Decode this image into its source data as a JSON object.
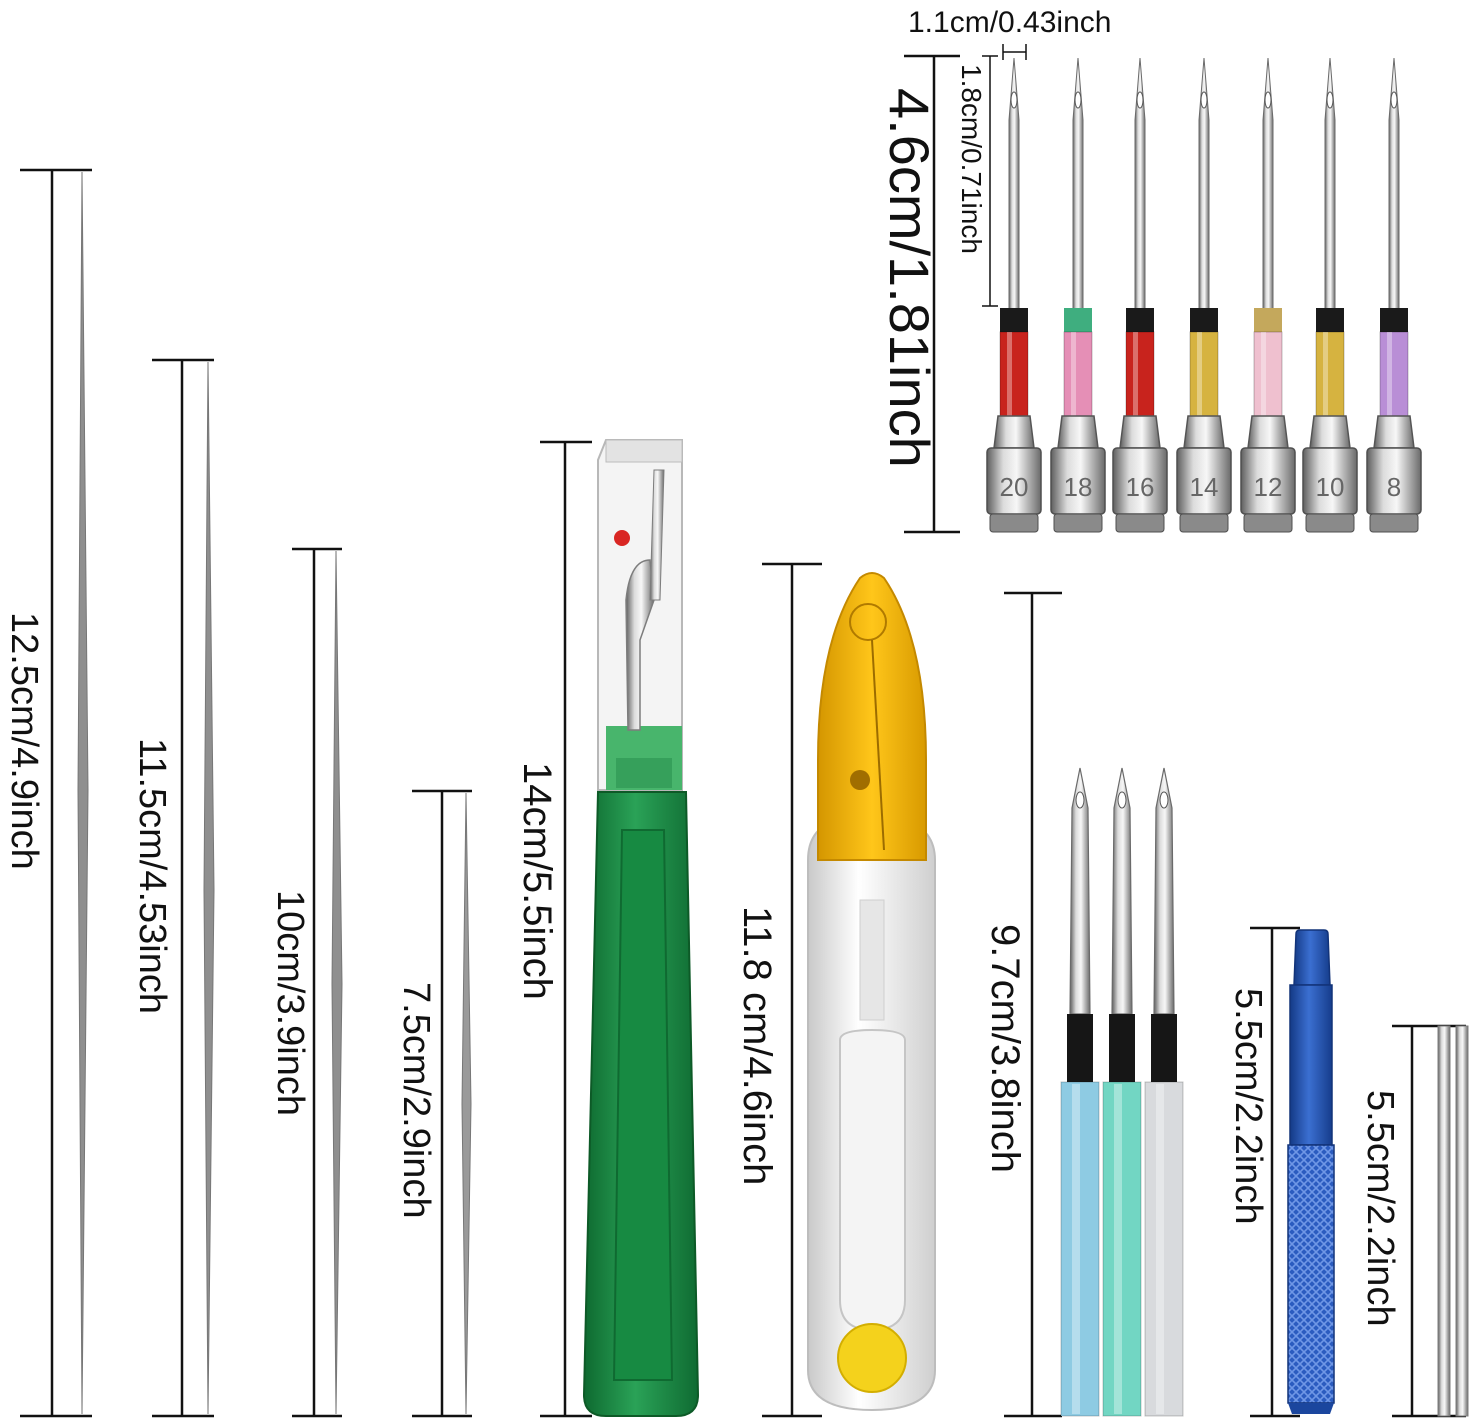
{
  "labels": {
    "needle_125": "12.5cm/4.9inch",
    "needle_115": "11.5cm/4.53inch",
    "needle_10": "10cm/3.9inch",
    "needle_75": "7.5cm/2.9inch",
    "seam_ripper": "14cm/5.5inch",
    "thread_snips": "11.8 cm/4.6inch",
    "punch_pens": "9.7cm/3.8inch",
    "threader_handle": "5.5cm/2.2inch",
    "threader_rods": "5.5cm/2.2inch",
    "needle_set_height": "4.6cm/1.81inch",
    "needle_tip_length": "1.8cm/0.71inch",
    "needle_width": "1.1cm/0.43inch"
  },
  "needle_sizes": [
    "20",
    "18",
    "16",
    "14",
    "12",
    "10",
    "8"
  ],
  "colors": {
    "needle_band_colors": [
      "#c8231d",
      "#e58fb6",
      "#c8231d",
      "#d6b340",
      "#efc0cf",
      "#d6b340",
      "#b98ed6"
    ],
    "needle_collar_colors": [
      "#1a1a1a",
      "#3fae7f",
      "#1a1a1a",
      "#1a1a1a",
      "#c4a85c",
      "#1a1a1a",
      "#1a1a1a"
    ],
    "seam_ripper_handle": "#1f8a45",
    "snips_cover": "#f0b400",
    "snips_button": "#f4d21c",
    "punch_pen_colors": [
      "#8ecbe3",
      "#72d6c3",
      "#d8dadd"
    ],
    "threader_handle": "#1f4fb0",
    "dimension_line": "#111111"
  }
}
